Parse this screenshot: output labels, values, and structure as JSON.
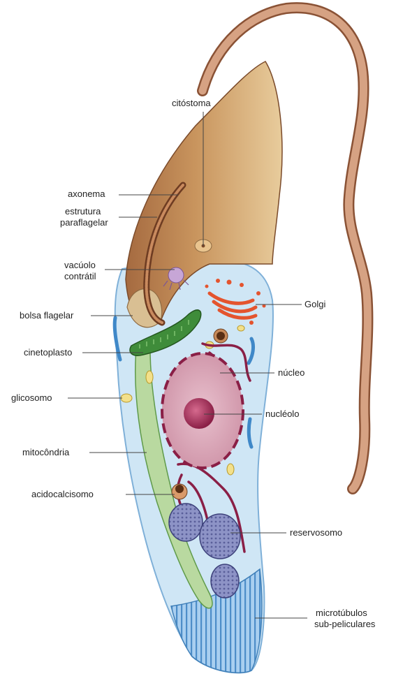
{
  "labels": {
    "citostoma": "citóstoma",
    "axonema": "axonema",
    "estrutura_1": "estrutura",
    "estrutura_2": "paraflagelar",
    "vacuolo_1": "vacúolo",
    "vacuolo_2": "contrátil",
    "bolsa": "bolsa flagelar",
    "golgi": "Golgi",
    "cinetoplasto": "cinetoplasto",
    "nucleo": "núcleo",
    "glicosomo": "glicosomo",
    "nucleolo": "nucléolo",
    "mitocondria": "mitocôndria",
    "acidocalcisomo": "acidocalcisomo",
    "reservosomo": "reservosomo",
    "microtubulos_1": "microtúbulos",
    "microtubulos_2": "sub-peliculares"
  },
  "colors": {
    "flagellum": "#c9957a",
    "cell_body": "#cfe6f5",
    "flagellar_region": "#d8b48a",
    "mitochondria": "#b9d9a0",
    "kinetoplast": "#3f8c3a",
    "nucleus": "#d9a0b4",
    "nucleolus": "#a8335a",
    "golgi": "#e4542e",
    "reservosome": "#8a8fbf",
    "microtubules": "#7bb3de"
  }
}
